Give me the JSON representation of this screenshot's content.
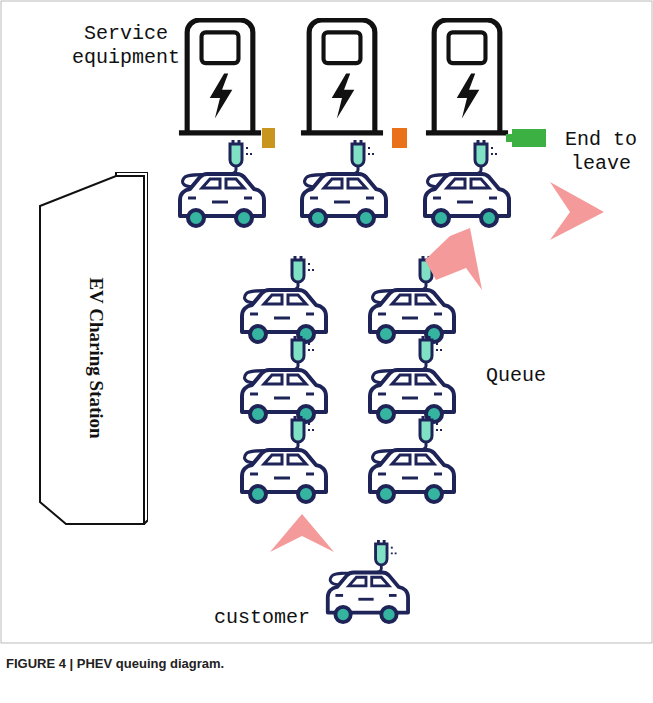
{
  "diagram": {
    "caption": "FIGURE 4 | PHEV queuing diagram.",
    "nodes": [
      {
        "text": [
          "EV Charing Station"
        ]
      }
    ],
    "labels": [
      "Service equipment",
      "End to leave",
      "Queue",
      "customer"
    ]
  }
}
